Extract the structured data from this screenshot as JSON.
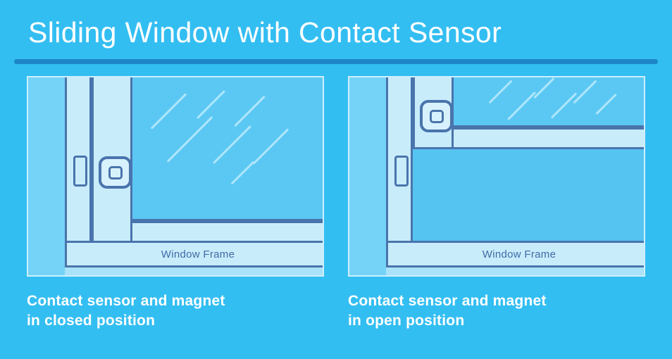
{
  "title": "Sliding Window with Contact Sensor",
  "colors": {
    "background": "#33BEF2",
    "divider": "#1C86C9",
    "panel_bg": "#74D3F7",
    "panel_border": "#CDEFFD",
    "frame_fill": "#C9ECFB",
    "frame_line": "#4A74AC",
    "glass": "#5BC8F4",
    "glass_streak": "#AEE6FB",
    "open_gap": "#55C4F0",
    "label_text": "#3E6BA6",
    "title_text": "#FFFFFF",
    "caption_text": "#FFFFFF",
    "sill_shadow": "#A9E2F9",
    "sensor_fill": "#D8F2FD"
  },
  "panels": [
    {
      "state": "closed",
      "frame_label": "Window Frame",
      "caption_line1": "Contact sensor and magnet",
      "caption_line2": "in closed position"
    },
    {
      "state": "open",
      "frame_label": "Window Frame",
      "caption_line1": "Contact sensor and magnet",
      "caption_line2": "in open position"
    }
  ]
}
